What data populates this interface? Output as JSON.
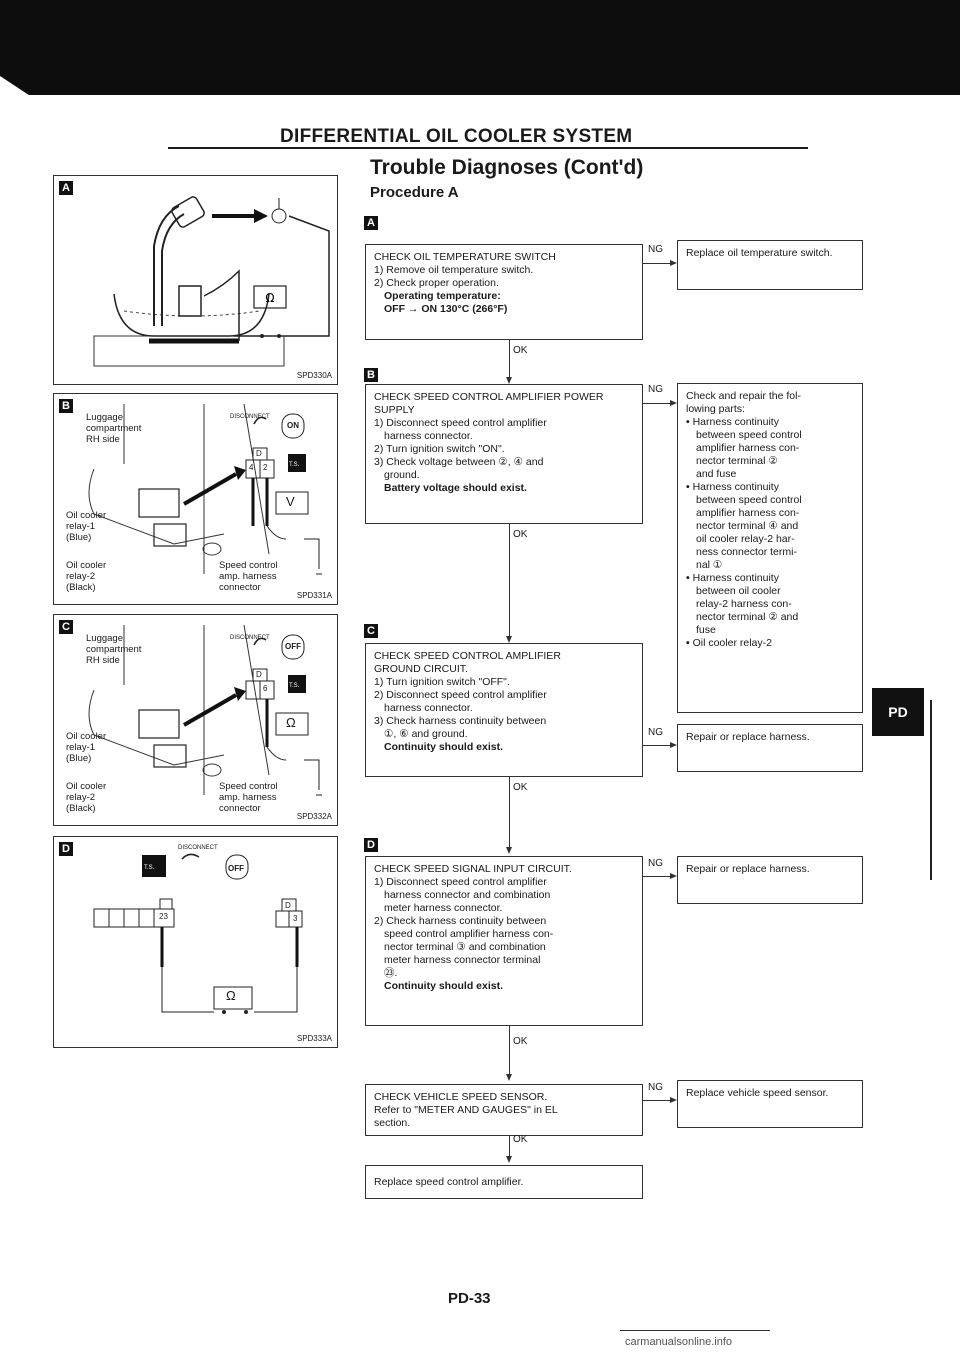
{
  "header": {
    "section_title": "DIFFERENTIAL OIL COOLER SYSTEM",
    "subtitle": "Trouble Diagnoses (Cont'd)",
    "procedure": "Procedure A"
  },
  "figures": {
    "a": {
      "letter": "A",
      "code": "SPD330A",
      "meter": "Ω"
    },
    "b": {
      "letter": "B",
      "code": "SPD331A",
      "luggage": "Luggage\ncompartment\nRH side",
      "relay1": "Oil cooler\nrelay-1\n(Blue)",
      "relay2": "Oil cooler\nrelay-2\n(Black)",
      "amp": "Speed control\namp. harness\nconnector",
      "disconnect": "DISCONNECT",
      "term_top": "D",
      "term_a": "2",
      "term_b": "4",
      "ts": "T.S.",
      "meter": "V",
      "on": "ON"
    },
    "c": {
      "letter": "C",
      "code": "SPD332A",
      "luggage": "Luggage\ncompartment\nRH side",
      "relay1": "Oil cooler\nrelay-1\n(Blue)",
      "relay2": "Oil cooler\nrelay-2\n(Black)",
      "amp": "Speed control\namp. harness\nconnector",
      "disconnect": "DISCONNECT",
      "term_top": "D",
      "term_a": "6",
      "ts": "T.S.",
      "meter": "Ω",
      "off": "OFF"
    },
    "d": {
      "letter": "D",
      "code": "SPD333A",
      "disconnect": "DISCONNECT",
      "ts": "T.S.",
      "term_left": "23",
      "term_right_top": "D",
      "term_right": "3",
      "meter": "Ω",
      "off": "OFF"
    }
  },
  "flow": {
    "step_a_letter": "A",
    "step_b_letter": "B",
    "step_c_letter": "C",
    "step_d_letter": "D",
    "box1": {
      "title": "CHECK OIL TEMPERATURE SWITCH",
      "lines": [
        "1) Remove oil temperature switch.",
        "2) Check proper operation."
      ],
      "bold1": "Operating temperature:",
      "bold2": "OFF → ON 130°C (266°F)"
    },
    "box1_ng": "Replace oil temperature switch.",
    "box2": {
      "title": "CHECK SPEED CONTROL AMPLIFIER POWER SUPPLY",
      "l1": "1) Disconnect speed control amplifier",
      "l1b": "harness connector.",
      "l2": "2) Turn ignition switch \"ON\".",
      "l3": "3) Check voltage between ②, ④ and",
      "l3b": "ground.",
      "bold": "Battery voltage should exist."
    },
    "box2_ng": {
      "intro1": "Check and repair the fol-",
      "intro2": "lowing parts:",
      "b1": [
        "Harness continuity",
        "between speed control",
        "amplifier harness con-",
        "nector terminal ② ",
        "and fuse"
      ],
      "b2": [
        "Harness continuity",
        "between speed control",
        "amplifier harness con-",
        "nector terminal ④ and",
        "oil cooler relay-2 har-",
        "ness connector termi-",
        "nal ①"
      ],
      "b3": [
        "Harness continuity",
        "between oil cooler",
        "relay-2 harness con-",
        "nector terminal ② and",
        "fuse"
      ],
      "b4": [
        "Oil cooler relay-2"
      ]
    },
    "box3": {
      "title": "CHECK SPEED CONTROL AMPLIFIER",
      "title2": "GROUND CIRCUIT.",
      "l1": "1) Turn ignition switch \"OFF\".",
      "l2": "2) Disconnect speed control amplifier",
      "l2b": "harness connector.",
      "l3": "3) Check harness continuity between",
      "l3b": "①, ⑥ and ground.",
      "bold": "Continuity should exist."
    },
    "box3_ng": "Repair or replace harness.",
    "box4": {
      "title": "CHECK SPEED SIGNAL INPUT CIRCUIT.",
      "l1": "1) Disconnect speed control amplifier",
      "l1b": "harness connector and combination",
      "l1c": "meter harness connector.",
      "l2": "2) Check harness continuity between",
      "l2b": "speed control amplifier harness con-",
      "l2c": "nector terminal ③ and combination",
      "l2d": "meter harness connector terminal",
      "l2e": "㉓.",
      "bold": "Continuity should exist."
    },
    "box4_ng": "Repair or replace harness.",
    "box5": {
      "title": "CHECK VEHICLE SPEED SENSOR.",
      "l1": "Refer to \"METER AND GAUGES\" in EL",
      "l1b": "section."
    },
    "box5_ng": "Replace vehicle speed sensor.",
    "box6": "Replace speed control amplifier.",
    "ok": "OK",
    "ng": "NG"
  },
  "side_tab": "PD",
  "footer": {
    "page": "PD-33",
    "watermark": "carmanualsonline.info"
  }
}
